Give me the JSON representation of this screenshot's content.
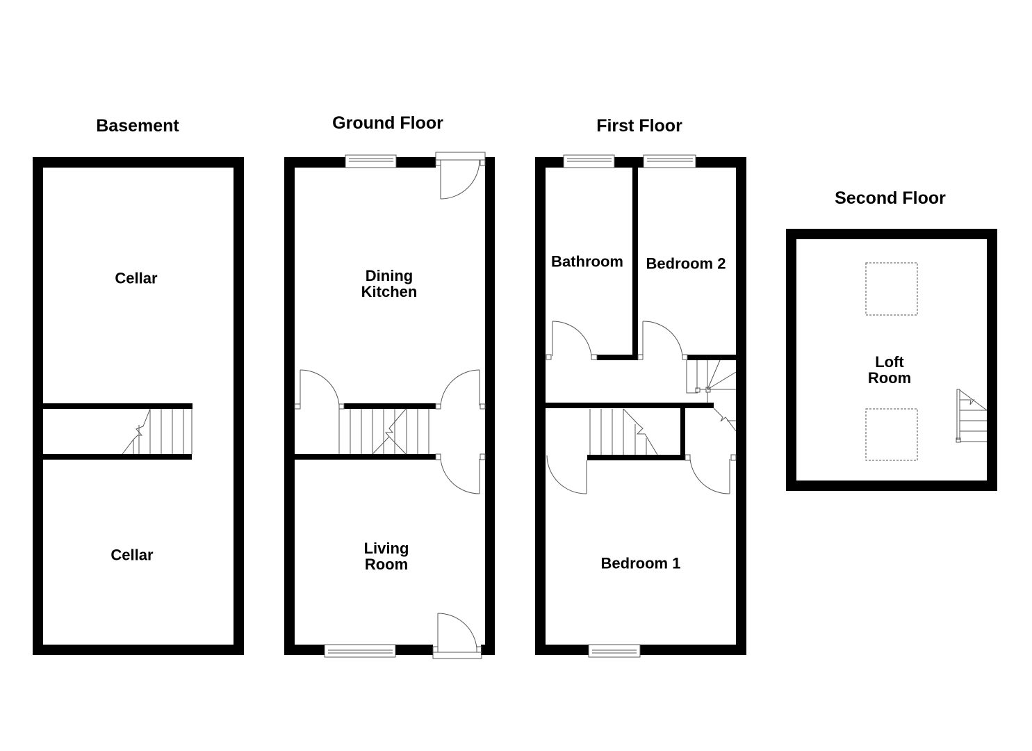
{
  "floors": [
    {
      "title": "Basement",
      "rooms": [
        {
          "label": "Cellar"
        },
        {
          "label": "Cellar"
        }
      ]
    },
    {
      "title": "Ground Floor",
      "rooms": [
        {
          "label": "Dining\nKitchen",
          "line1": "Dining",
          "line2": "Kitchen"
        },
        {
          "label": "Living\nRoom",
          "line1": "Living",
          "line2": "Room"
        }
      ]
    },
    {
      "title": "First Floor",
      "rooms": [
        {
          "label": "Bathroom"
        },
        {
          "label": "Bedroom 2"
        },
        {
          "label": "Bedroom 1"
        }
      ]
    },
    {
      "title": "Second Floor",
      "rooms": [
        {
          "label": "Loft\nRoom",
          "line1": "Loft",
          "line2": "Room"
        }
      ]
    }
  ],
  "colors": {
    "wall": "#000000",
    "fixture_line": "#555555",
    "background": "#ffffff"
  }
}
